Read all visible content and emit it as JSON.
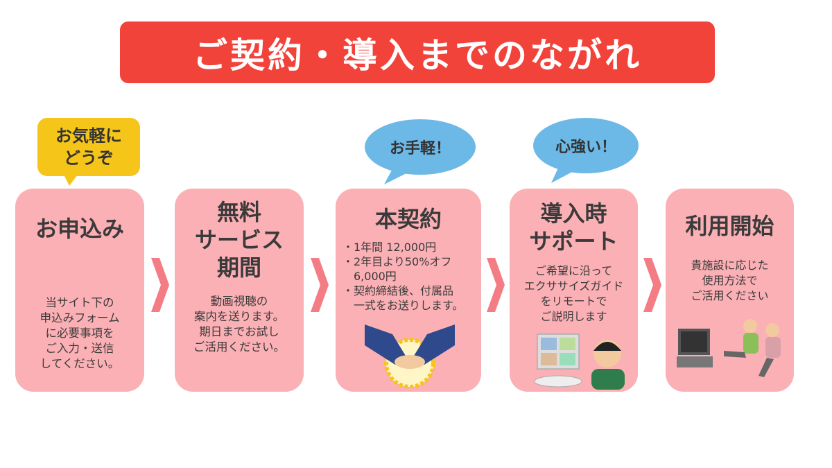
{
  "title": "ご契約・導入までのながれ",
  "colors": {
    "title_bg": "#f2433b",
    "card_bg": "#fbb0b5",
    "arrow": "#f47c84",
    "yellow_bubble": "#f5c51a",
    "blue_bubble": "#6cb8e6"
  },
  "bubbles": [
    {
      "text": "お気軽に\nどうぞ"
    },
    {
      "text": "お手軽！"
    },
    {
      "text": "心強い！"
    }
  ],
  "steps": [
    {
      "heading": "お申込み",
      "body": [
        "当サイト下の",
        "申込みフォーム",
        "に必要事項を",
        "ご入力・送信",
        "してください。"
      ]
    },
    {
      "heading_lines": [
        "無料",
        "サービス",
        "期間"
      ],
      "body": [
        "動画視聴の",
        "案内を送ります。",
        "期日までお試し",
        "ご活用ください。"
      ]
    },
    {
      "heading": "本契約",
      "body": [
        "・1年間 12,000円",
        "・2年目より50%オフ",
        "　6,000円",
        "・契約締結後、付属品",
        "　一式をお送りします。"
      ]
    },
    {
      "heading_lines": [
        "導入時",
        "サポート"
      ],
      "body": [
        "ご希望に沿って",
        "エクササイズガイド",
        "をリモートで",
        "ご説明します"
      ]
    },
    {
      "heading": "利用開始",
      "body": [
        "貴施設に応じた",
        "使用方法で",
        "ご活用ください"
      ]
    }
  ]
}
